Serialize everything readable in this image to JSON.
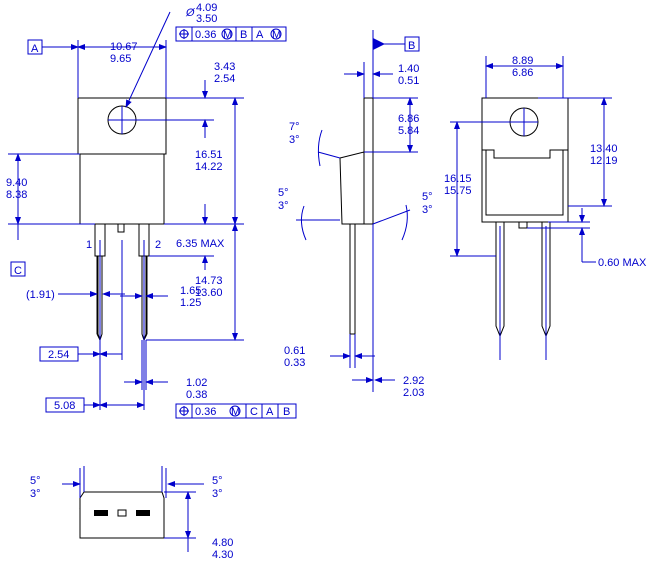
{
  "datums": {
    "a": "A",
    "b": "B",
    "c": "C"
  },
  "hole_dia": {
    "symbol": "Ø",
    "max": "4.09",
    "min": "3.50"
  },
  "fcf_top": {
    "tol": "0.36",
    "mod": "M",
    "ref1": "B",
    "ref2": "A",
    "ref2_mod": "M"
  },
  "fcf_bottom": {
    "tol": "0.36",
    "mod": "M",
    "ref1": "C",
    "ref2": "A",
    "ref3": "B"
  },
  "front": {
    "width_max": "10.67",
    "width_min": "9.65",
    "tab_edge_max": "3.43",
    "tab_edge_min": "2.54",
    "height_max": "16.51",
    "height_min": "14.22",
    "body_h_max": "9.40",
    "body_h_min": "8.38",
    "lead_len_max": "14.73",
    "lead_len_min": "13.60",
    "shoulder": "6.35 MAX",
    "lead_w_max": "1.65",
    "lead_w_min": "1.25",
    "pitch_ref": "(1.91)",
    "pitch1": "2.54",
    "pitch2": "5.08",
    "lead_t_max": "1.02",
    "lead_t_min": "0.38",
    "pin1": "1",
    "pin2": "2"
  },
  "side": {
    "angle_top_a": "7°",
    "angle_top_b": "3°",
    "tab_t_max": "1.40",
    "tab_t_min": "0.51",
    "d_max": "6.86",
    "d_min": "5.84",
    "angle_bl_a": "5°",
    "angle_bl_b": "3°",
    "angle_br_a": "5°",
    "angle_br_b": "3°",
    "lead_t_max": "0.61",
    "lead_t_min": "0.33",
    "body_t_max": "2.92",
    "body_t_min": "2.03"
  },
  "back": {
    "width_max": "8.89",
    "width_min": "6.86",
    "h_max": "16.15",
    "h_min": "15.75",
    "h2_max": "13.40",
    "h2_min": "12.19",
    "lead_off": "0.60 MAX"
  },
  "bottom": {
    "angle_l_a": "5°",
    "angle_l_b": "3°",
    "angle_r_a": "5°",
    "angle_r_b": "3°",
    "t_max": "4.80",
    "t_min": "4.30"
  }
}
